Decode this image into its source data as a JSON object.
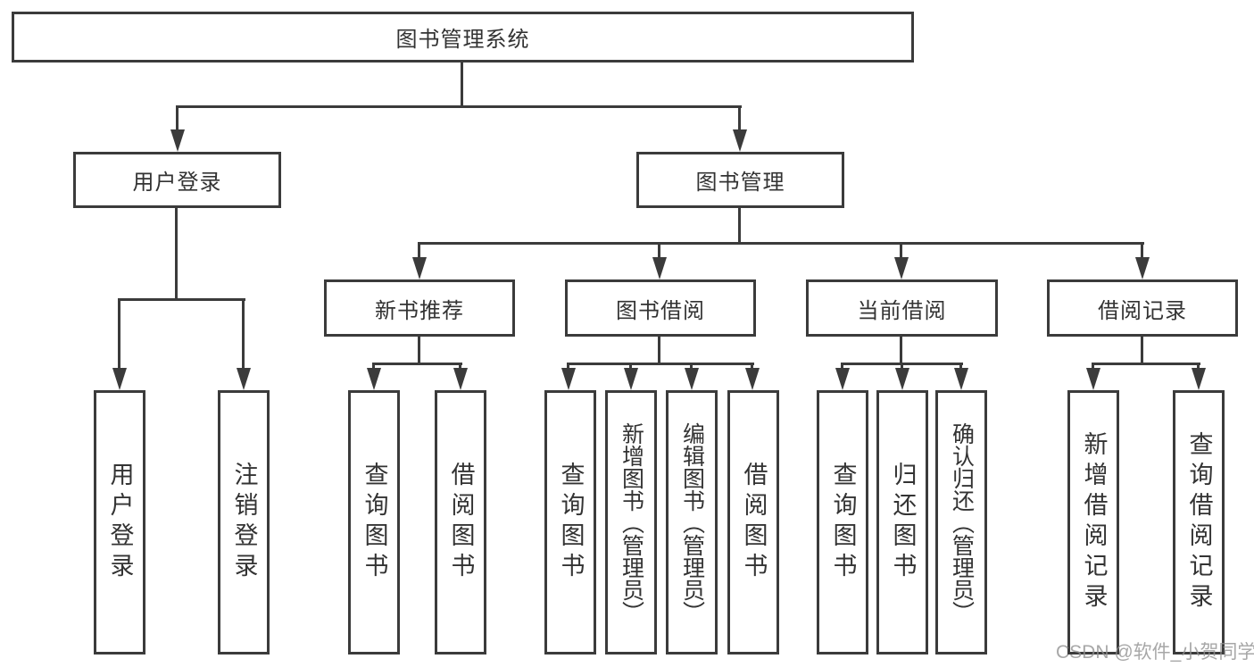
{
  "diagram": {
    "root": {
      "label": "图书管理系统"
    },
    "level2": {
      "user_login": "用户登录",
      "book_mgmt": "图书管理"
    },
    "level3": {
      "new_book": "新书推荐",
      "book_borrow": "图书借阅",
      "current_borrow": "当前借阅",
      "borrow_record": "借阅记录"
    },
    "leaves": {
      "login": "用户登录",
      "logout": "注销登录",
      "nb_query": "查询图书",
      "nb_borrow": "借阅图书",
      "bb_query": "查询图书",
      "bb_add": "新增图书（管理员）",
      "bb_edit": "编辑图书（管理员）",
      "bb_borrow": "借阅图书",
      "cb_query": "查询图书",
      "cb_return": "归还图书",
      "cb_confirm": "确认归还（管理员）",
      "br_add": "新增借阅记录",
      "br_query": "查询借阅记录"
    },
    "watermark": "CSDN @软件_小贺同学",
    "colors": {
      "line": "#3b3b3b",
      "border": "#3b3b3b",
      "text": "#333333",
      "watermark": "#919191",
      "background": "#ffffff"
    }
  }
}
